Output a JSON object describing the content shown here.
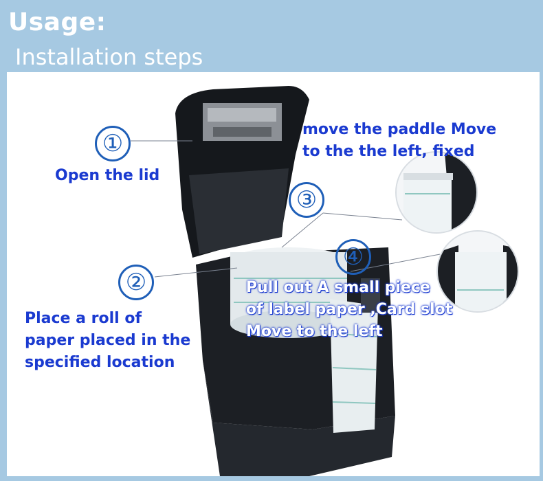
{
  "header": {
    "title": "Usage:",
    "subtitle": "Installation steps"
  },
  "steps": [
    {
      "number": "①",
      "caption": "Open the lid"
    },
    {
      "number": "②",
      "caption_lines": [
        "Place a roll of",
        "paper placed in the",
        "specified location"
      ]
    },
    {
      "number": "③",
      "caption_lines": [
        "move the paddle Move",
        "to the the left, fixed"
      ]
    },
    {
      "number": "④",
      "caption_lines": [
        "Pull out A small piece",
        "of label paper ,Card slot",
        "Move to the left"
      ]
    }
  ],
  "colors": {
    "background": "#a6c9e2",
    "panel": "#ffffff",
    "step_blue": "#1a3ad0",
    "printer_body": "#1c1f24"
  }
}
